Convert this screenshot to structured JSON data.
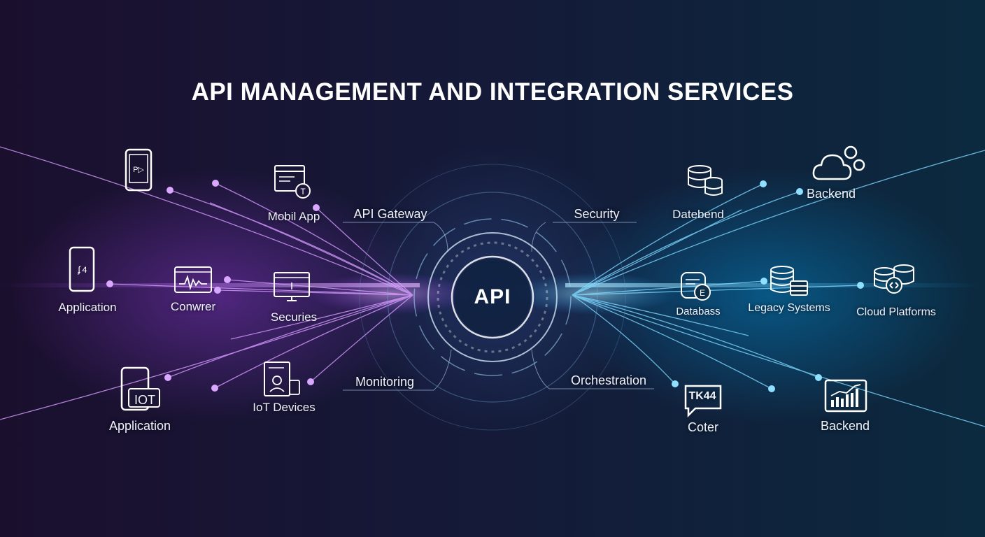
{
  "title": "API MANAGEMENT AND INTEGRATION SERVICES",
  "hub_label": "API",
  "inner_labels": {
    "api_gateway": "API Gateway",
    "security": "Security",
    "monitoring": "Monitoring",
    "orchestration": "Orchestration"
  },
  "left_nodes": {
    "mobile_app": "Mobil App",
    "application_mid": "Application",
    "conwrer": "Conwrer",
    "securies": "Securies",
    "iot_devices": "IoT Devices",
    "application_bottom": "Application",
    "iot_badge": "IOT"
  },
  "right_nodes": {
    "datebend": "Datebend",
    "backend_top": "Backend",
    "databass": "Databass",
    "legacy_systems": "Legacy Systems",
    "cloud_platforms": "Cloud Platforms",
    "coter": "Coter",
    "coter_badge": "TK44",
    "backend_bottom": "Backend"
  },
  "colors": {
    "left_accent": "#c77dff",
    "right_accent": "#36c6ff",
    "hub_ring": "#9ed8ff"
  },
  "icons": [
    "smartphone-icon",
    "browser-tool-icon",
    "phone-code-icon",
    "monitor-waveform-icon",
    "monitor-icon",
    "tablet-iot-icon",
    "document-user-icon",
    "database-stack-icon",
    "cloud-icon",
    "database-coin-icon",
    "server-stack-icon",
    "cloud-database-icon",
    "chat-bubble-icon",
    "bar-chart-icon"
  ]
}
